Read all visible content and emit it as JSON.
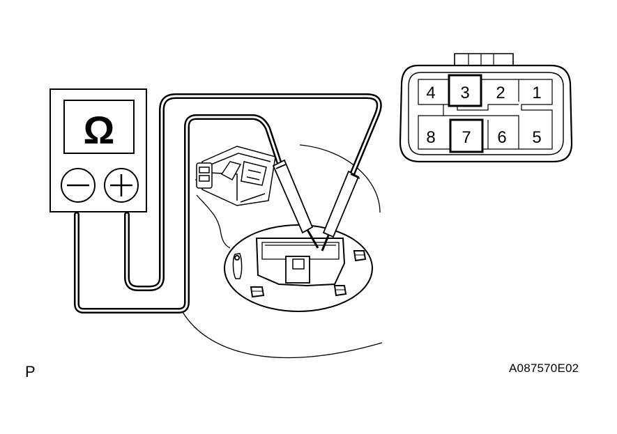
{
  "meter": {
    "display_symbol": "Ω",
    "terminal_negative": "−",
    "terminal_positive": "+"
  },
  "connector": {
    "pins_top": [
      "4",
      "3",
      "2",
      "1"
    ],
    "pins_bottom": [
      "8",
      "7",
      "6",
      "5"
    ],
    "highlighted_pins": [
      "3",
      "7"
    ]
  },
  "corner_mark": "P",
  "figure_code": "A087570E02"
}
